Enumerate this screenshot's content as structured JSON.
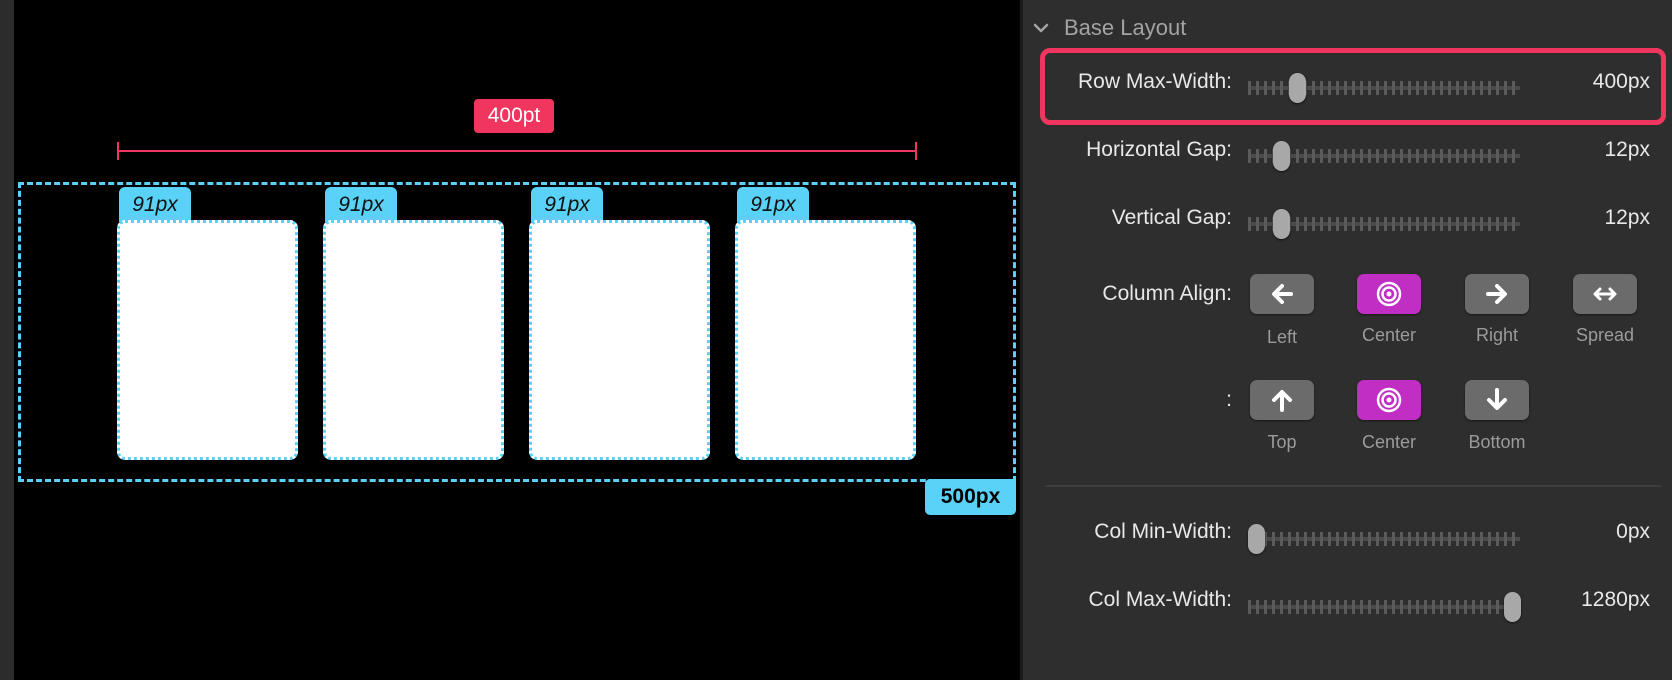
{
  "canvas": {
    "measure_label": "400pt",
    "row_width_label": "500px",
    "columns": [
      {
        "width_label": "91px"
      },
      {
        "width_label": "91px"
      },
      {
        "width_label": "91px"
      },
      {
        "width_label": "91px"
      }
    ]
  },
  "panel": {
    "section_title": "Base Layout",
    "sliders": {
      "row_max_width": {
        "label": "Row Max-Width:",
        "value": "400px",
        "fraction": 0.18
      },
      "horizontal_gap": {
        "label": "Horizontal Gap:",
        "value": "12px",
        "fraction": 0.12
      },
      "vertical_gap": {
        "label": "Vertical Gap:",
        "value": "12px",
        "fraction": 0.12
      },
      "col_min_width": {
        "label": "Col Min-Width:",
        "value": "0px",
        "fraction": 0.03
      },
      "col_max_width": {
        "label": "Col Max-Width:",
        "value": "1280px",
        "fraction": 0.97
      }
    },
    "column_align": {
      "label": "Column Align:",
      "options": [
        {
          "label": "Left",
          "icon": "arrow-left-icon",
          "active": false
        },
        {
          "label": "Center",
          "icon": "target-icon",
          "active": true
        },
        {
          "label": "Right",
          "icon": "arrow-right-icon",
          "active": false
        },
        {
          "label": "Spread",
          "icon": "arrow-left-right-icon",
          "active": false
        }
      ]
    },
    "vertical_align": {
      "label": ":",
      "options": [
        {
          "label": "Top",
          "icon": "arrow-up-icon",
          "active": false
        },
        {
          "label": "Center",
          "icon": "target-icon",
          "active": true
        },
        {
          "label": "Bottom",
          "icon": "arrow-down-icon",
          "active": false
        }
      ]
    }
  },
  "colors": {
    "accent_pink": "#f0355e",
    "accent_cyan": "#5ad2f7",
    "active_magenta": "#c02ec4"
  }
}
